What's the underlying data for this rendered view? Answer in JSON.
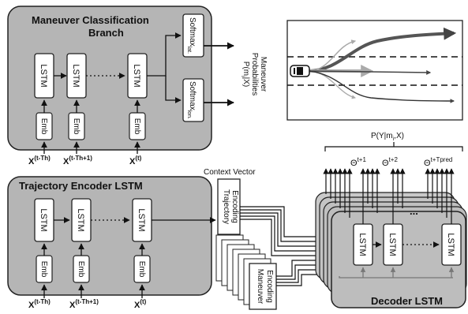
{
  "maneuver_branch": {
    "title_line1": "Maneuver Classification",
    "title_line2": "Branch",
    "lstm_label": "LSTM",
    "emb_label": "Emb",
    "inputs": {
      "base": "X",
      "sup": [
        "(t-Th)",
        "(t-Th+1)",
        "(t)"
      ]
    },
    "softmax_lat": {
      "base": "Softmax",
      "sub": "lat."
    },
    "softmax_lon": {
      "base": "Softmax",
      "sub": "lon."
    },
    "output_line1": "Maneuver",
    "output_line2": "Probabilities",
    "output_line3": "P(m",
    "output_line3_sub": "i",
    "output_line3_end": "|X)"
  },
  "encoder": {
    "title": "Trajectory Encoder LSTM",
    "lstm_label": "LSTM",
    "emb_label": "Emb",
    "inputs": {
      "base": "X",
      "sup": [
        "(t-Th)",
        "(t-Th+1)",
        "(t)"
      ]
    }
  },
  "context": {
    "label": "Context Vector",
    "trajectory_encoding_line1": "Trajectory",
    "trajectory_encoding_line2": "Encoding",
    "maneuver_encoding_line1": "Maneuver",
    "maneuver_encoding_line2": "Encoding"
  },
  "decoder": {
    "title": "Decoder LSTM",
    "lstm_label": "LSTM",
    "output_prob": "P(Y|m",
    "output_prob_sub": "i",
    "output_prob_end": ",X)",
    "theta_base": "Θ",
    "theta_sups": [
      "t+1",
      "t+2",
      "t+Tpred"
    ],
    "ellipsis": "..."
  },
  "colors": {
    "panel_fill": "#b5b5b5",
    "panel_stroke": "#222222",
    "box_fill": "#ffffff",
    "decoder_fill": "#bdbdbd",
    "lane_arrow_dark": "#555555",
    "lane_arrow_light": "#aaaaaa"
  }
}
